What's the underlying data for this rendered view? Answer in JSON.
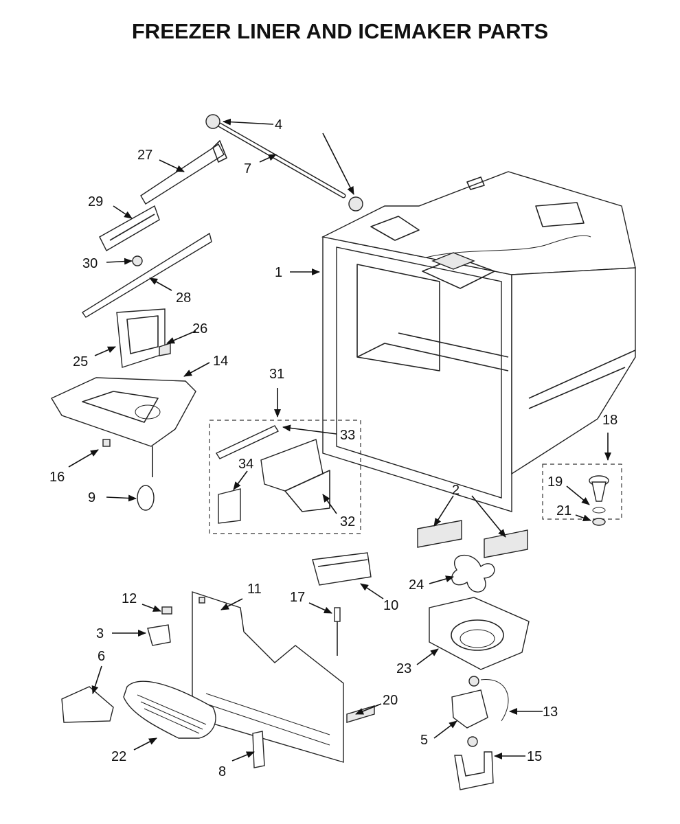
{
  "title": "FREEZER LINER AND ICEMAKER PARTS",
  "callouts": [
    {
      "id": "c1",
      "text": "1"
    },
    {
      "id": "c2",
      "text": "2"
    },
    {
      "id": "c3",
      "text": "3"
    },
    {
      "id": "c4",
      "text": "4"
    },
    {
      "id": "c5",
      "text": "5"
    },
    {
      "id": "c6",
      "text": "6"
    },
    {
      "id": "c7",
      "text": "7"
    },
    {
      "id": "c8",
      "text": "8"
    },
    {
      "id": "c9",
      "text": "9"
    },
    {
      "id": "c10",
      "text": "10"
    },
    {
      "id": "c11",
      "text": "11"
    },
    {
      "id": "c12",
      "text": "12"
    },
    {
      "id": "c13",
      "text": "13"
    },
    {
      "id": "c14",
      "text": "14"
    },
    {
      "id": "c15",
      "text": "15"
    },
    {
      "id": "c16",
      "text": "16"
    },
    {
      "id": "c17",
      "text": "17"
    },
    {
      "id": "c18",
      "text": "18"
    },
    {
      "id": "c19",
      "text": "19"
    },
    {
      "id": "c20",
      "text": "20"
    },
    {
      "id": "c21",
      "text": "21"
    },
    {
      "id": "c22",
      "text": "22"
    },
    {
      "id": "c23",
      "text": "23"
    },
    {
      "id": "c24",
      "text": "24"
    },
    {
      "id": "c25",
      "text": "25"
    },
    {
      "id": "c26",
      "text": "26"
    },
    {
      "id": "c27",
      "text": "27"
    },
    {
      "id": "c28",
      "text": "28"
    },
    {
      "id": "c29",
      "text": "29"
    },
    {
      "id": "c30",
      "text": "30"
    },
    {
      "id": "c31",
      "text": "31"
    },
    {
      "id": "c32",
      "text": "32"
    },
    {
      "id": "c33",
      "text": "33"
    },
    {
      "id": "c34",
      "text": "34"
    }
  ]
}
